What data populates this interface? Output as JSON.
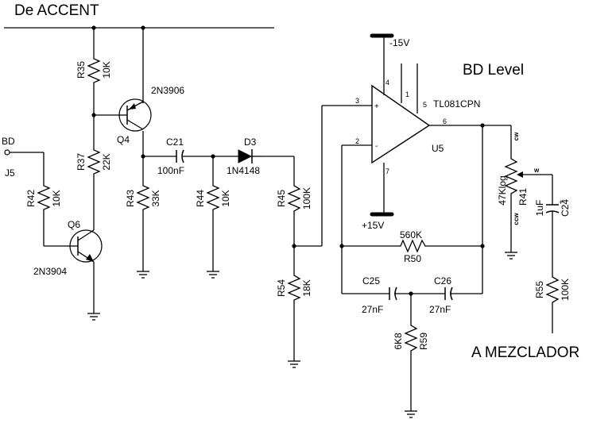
{
  "title": "De ACCENT",
  "output_label": "A MEZCLADOR",
  "section_title": "BD Level",
  "input": {
    "name": "BD",
    "connector": "J5"
  },
  "rails": {
    "negative": "-15V",
    "positive": "+15V"
  },
  "opamp": {
    "ref": "U5",
    "part": "TL081CPN",
    "pins": [
      "2",
      "3",
      "4",
      "1",
      "5",
      "6",
      "7"
    ]
  },
  "transistors": [
    {
      "ref": "Q4",
      "part": "2N3906"
    },
    {
      "ref": "Q6",
      "part": "2N3904"
    }
  ],
  "diode": {
    "ref": "D3",
    "part": "1N4148"
  },
  "resistors": [
    {
      "ref": "R35",
      "value": "10K"
    },
    {
      "ref": "R37",
      "value": "22K"
    },
    {
      "ref": "R42",
      "value": "10K"
    },
    {
      "ref": "R43",
      "value": "33K"
    },
    {
      "ref": "R44",
      "value": "10K"
    },
    {
      "ref": "R45",
      "value": "100K"
    },
    {
      "ref": "R54",
      "value": "18K"
    },
    {
      "ref": "R50",
      "value": "560K"
    },
    {
      "ref": "R59",
      "value": "6K8"
    },
    {
      "ref": "R55",
      "value": "100K"
    }
  ],
  "capacitors": [
    {
      "ref": "C21",
      "value": "100nF"
    },
    {
      "ref": "C25",
      "value": "27nF"
    },
    {
      "ref": "C26",
      "value": "27nF"
    },
    {
      "ref": "C24",
      "value": "1uF"
    }
  ],
  "potentiometer": {
    "ref": "R41",
    "value": "47Klog",
    "pin_cw": "cw",
    "pin_w": "w",
    "pin_ccw": "ccw"
  }
}
